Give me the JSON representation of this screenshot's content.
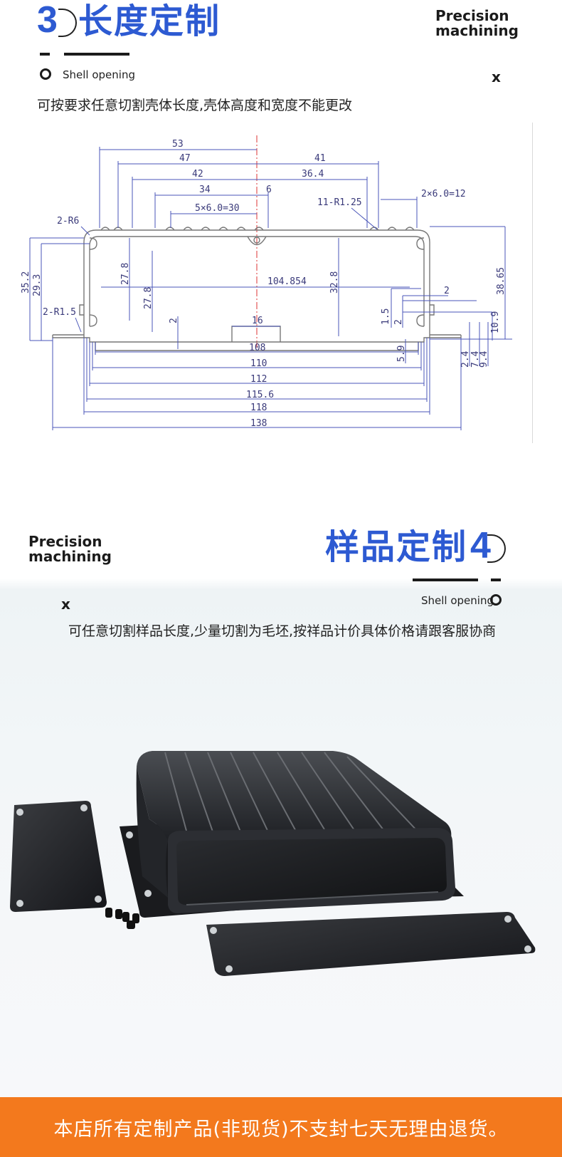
{
  "section3": {
    "number": "3",
    "title": "长度定制",
    "precision_line1": "Precision",
    "precision_line2": "machining",
    "shell_label": "Shell opening",
    "x_label": "x",
    "description": "可按要求任意切割壳体长度,壳体高度和宽度不能更改",
    "drawing": {
      "dims_top": [
        "53",
        "47",
        "41",
        "42",
        "36.4",
        "34",
        "6",
        "5×6.0=30",
        "2×6.0=12",
        "11-R1.25",
        "2-R6"
      ],
      "dims_left": [
        "35.2",
        "29.3",
        "27.8",
        "27.8",
        "2-R1.5",
        "2"
      ],
      "dims_center": [
        "104.854",
        "32.8",
        "16"
      ],
      "dims_right": [
        "38.65",
        "2",
        "1.5",
        "2",
        "10.9",
        "5.9",
        "2.4",
        "7.4",
        "9.4"
      ],
      "dims_bottom": [
        "108",
        "110",
        "112",
        "115.6",
        "118",
        "138"
      ]
    }
  },
  "section4": {
    "number": "4",
    "title": "样品定制",
    "precision_line1": "Precision",
    "precision_line2": "machining",
    "shell_label": "Shell opening",
    "x_label": "x",
    "description": "可任意切割样品长度,少量切割为毛坯,按祥品计价具体价格请跟客服协商"
  },
  "footer": {
    "notice": "本店所有定制产品(非现货)不支封七天无理由退货。"
  },
  "colors": {
    "accent_blue": "#2d5ad2",
    "footer_orange": "#f3791d",
    "dimension_line": "#3a3a7a"
  }
}
